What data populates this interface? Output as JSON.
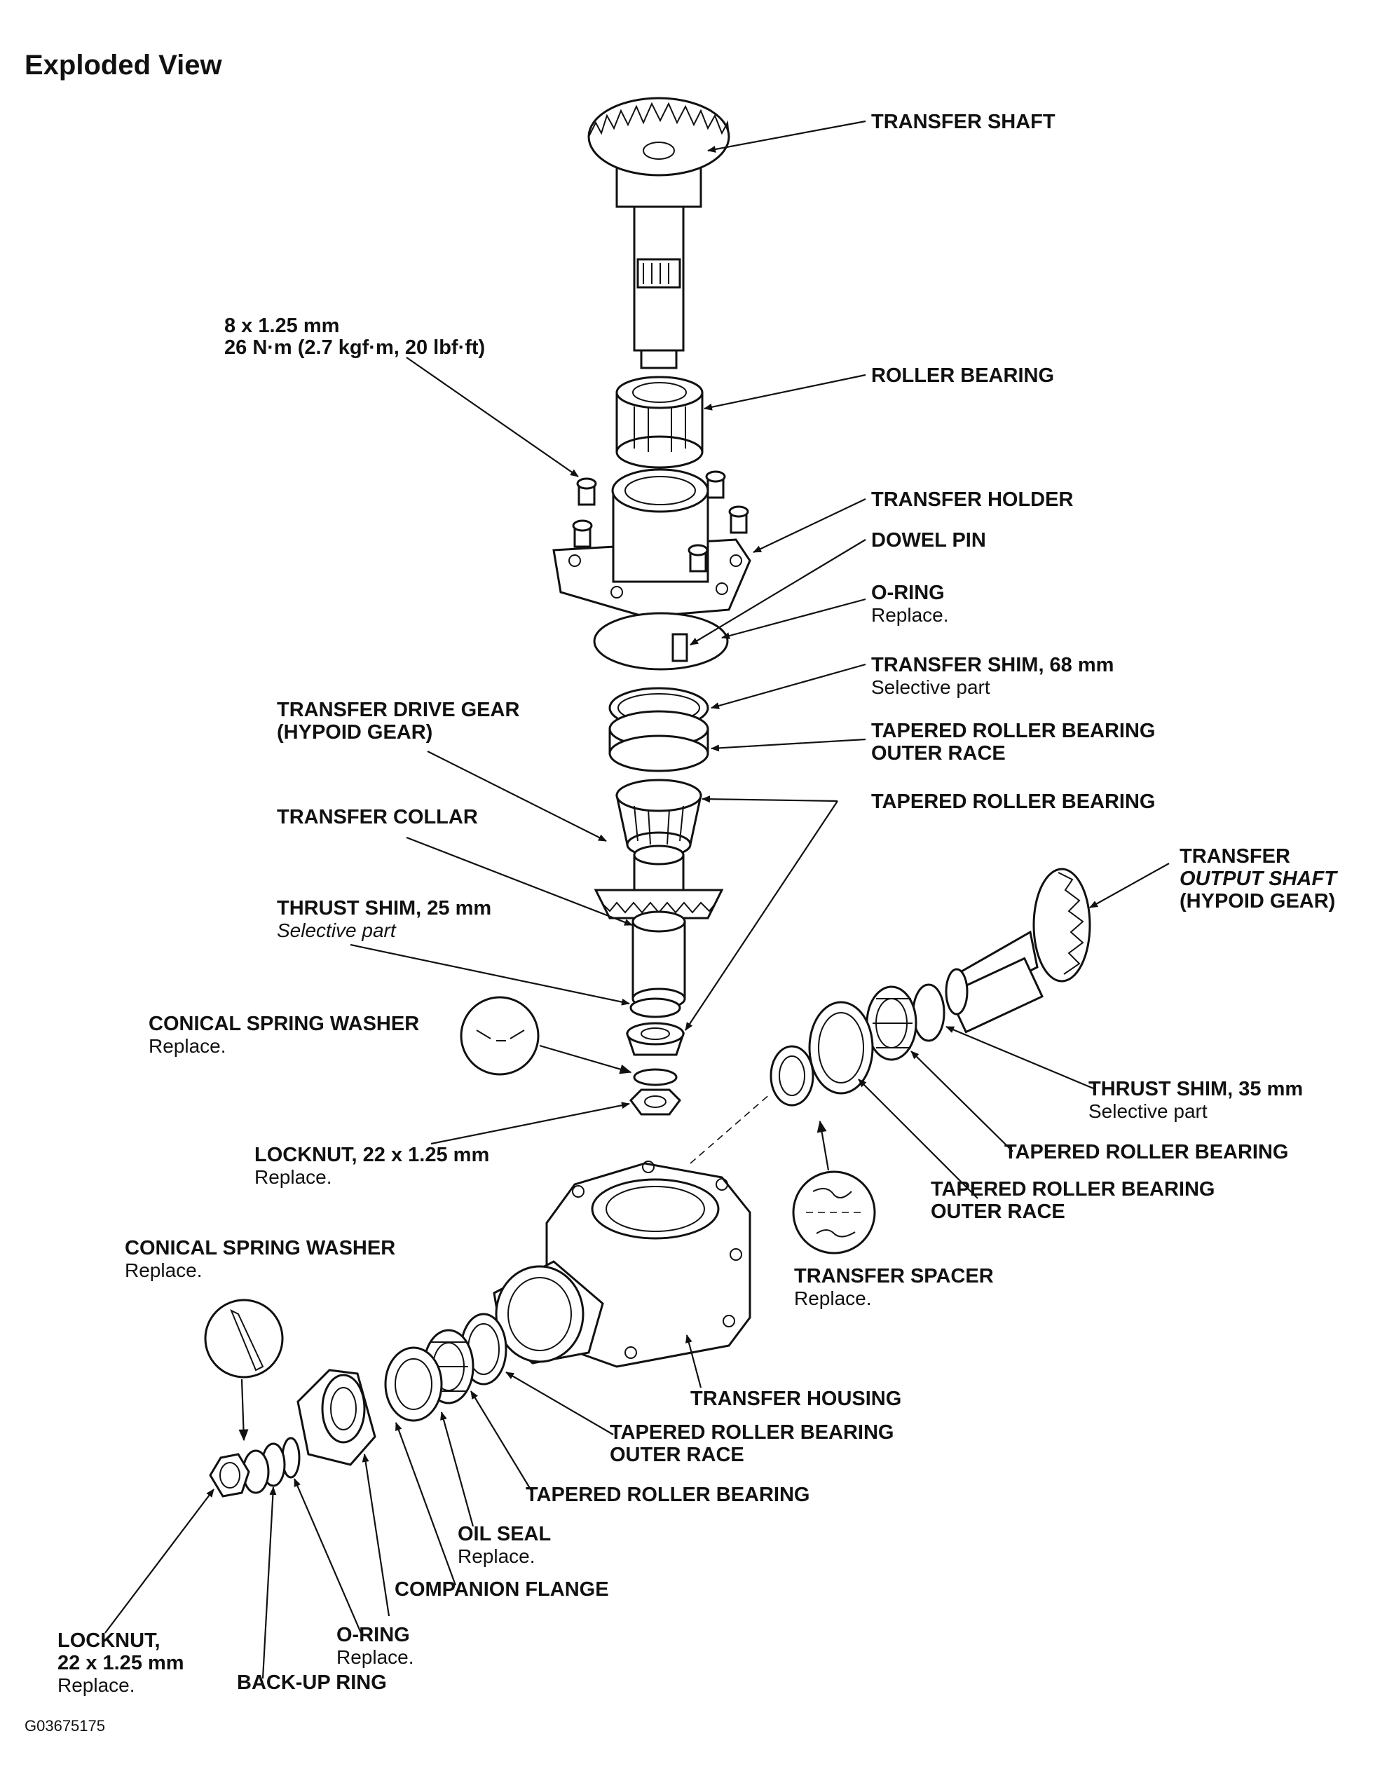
{
  "title": "Exploded View",
  "figure_id": "G03675175",
  "labels": {
    "transfer_shaft": "TRANSFER SHAFT",
    "bolt_spec_1": "8 x 1.25 mm",
    "bolt_spec_2": "26 N·m (2.7 kgf·m, 20 lbf·ft)",
    "roller_bearing": "ROLLER BEARING",
    "transfer_holder": "TRANSFER HOLDER",
    "dowel_pin": "DOWEL PIN",
    "o_ring_top": "O-RING",
    "o_ring_top_note": "Replace.",
    "transfer_shim_68": "TRANSFER SHIM, 68 mm",
    "transfer_shim_68_note": "Selective part",
    "drive_gear_1": "TRANSFER DRIVE GEAR",
    "drive_gear_2": "(HYPOID GEAR)",
    "trb_outer_race_top_1": "TAPERED ROLLER BEARING",
    "trb_outer_race_top_2": "OUTER RACE",
    "trb_top": "TAPERED ROLLER BEARING",
    "transfer_collar": "TRANSFER COLLAR",
    "output_shaft_1": "TRANSFER",
    "output_shaft_2": "OUTPUT SHAFT",
    "output_shaft_3": "(HYPOID GEAR)",
    "thrust_shim_25": "THRUST SHIM, 25 mm",
    "thrust_shim_25_note": "Selective part",
    "conical_washer_upper": "CONICAL SPRING WASHER",
    "conical_washer_upper_note": "Replace.",
    "thrust_shim_35": "THRUST SHIM, 35 mm",
    "thrust_shim_35_note": "Selective part",
    "trb_right": "TAPERED ROLLER BEARING",
    "locknut_upper": "LOCKNUT, 22 x 1.25 mm",
    "locknut_upper_note": "Replace.",
    "trb_outer_race_right_1": "TAPERED ROLLER BEARING",
    "trb_outer_race_right_2": "OUTER RACE",
    "conical_washer_lower": "CONICAL SPRING WASHER",
    "conical_washer_lower_note": "Replace.",
    "transfer_spacer": "TRANSFER SPACER",
    "transfer_spacer_note": "Replace.",
    "transfer_housing": "TRANSFER HOUSING",
    "trb_outer_race_low_1": "TAPERED ROLLER BEARING",
    "trb_outer_race_low_2": "OUTER RACE",
    "trb_low": "TAPERED ROLLER BEARING",
    "oil_seal": "OIL SEAL",
    "oil_seal_note": "Replace.",
    "companion_flange": "COMPANION FLANGE",
    "o_ring_low": "O-RING",
    "o_ring_low_note": "Replace.",
    "locknut_low_1": "LOCKNUT,",
    "locknut_low_2": "22 x 1.25 mm",
    "locknut_low_note": "Replace.",
    "backup_ring": "BACK-UP RING"
  }
}
